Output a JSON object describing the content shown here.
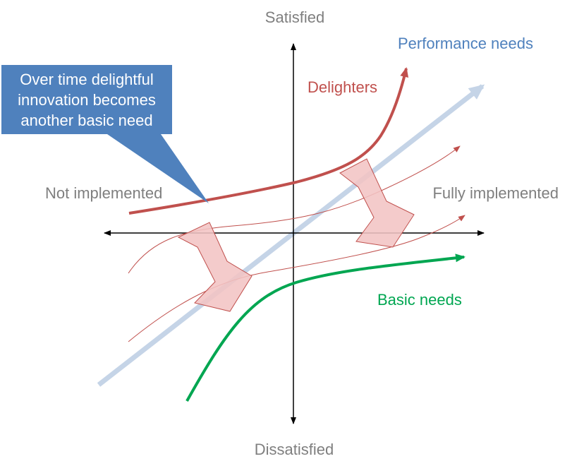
{
  "axes": {
    "top_label": "Satisfied",
    "bottom_label": "Dissatisfied",
    "left_label": "Not implemented",
    "right_label": "Fully implemented"
  },
  "curves": {
    "performance": {
      "label": "Performance needs",
      "color": "#4f81bd",
      "line_color": "#c5d4e7"
    },
    "delighters": {
      "label": "Delighters",
      "color": "#c0504d"
    },
    "basic": {
      "label": "Basic needs",
      "color": "#00a651"
    }
  },
  "callout": {
    "lines": [
      "Over time delightful",
      "innovation becomes",
      "another basic need"
    ],
    "fill": "#4f81bd"
  },
  "colors": {
    "axis": "#000000",
    "transition_arrow_fill": "#f2c4c4",
    "transition_arrow_stroke": "#c0504d"
  }
}
